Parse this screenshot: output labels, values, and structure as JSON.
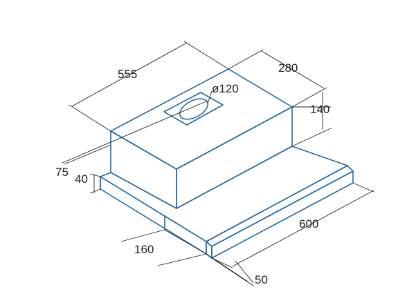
{
  "colors": {
    "outline": "#1f6aa5",
    "dimension": "#222222",
    "background": "#ffffff"
  },
  "dimensions": {
    "depth_top": "555",
    "width_top": "280",
    "duct_diameter": "ø120",
    "height_body": "140",
    "visor_offset": "75",
    "front_height": "40",
    "slide_depth": "160",
    "total_width": "600",
    "visor_depth": "50"
  }
}
